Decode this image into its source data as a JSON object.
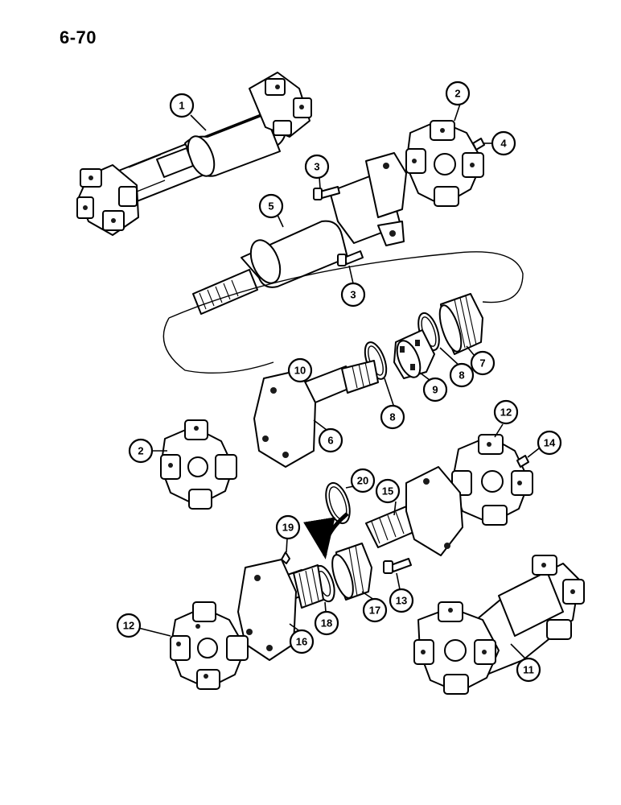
{
  "page_number": "6-70",
  "callouts": [
    {
      "id": "c1",
      "label": "1"
    },
    {
      "id": "c2a",
      "label": "2"
    },
    {
      "id": "c4",
      "label": "4"
    },
    {
      "id": "c3a",
      "label": "3"
    },
    {
      "id": "c5",
      "label": "5"
    },
    {
      "id": "c3b",
      "label": "3"
    },
    {
      "id": "c7",
      "label": "7"
    },
    {
      "id": "c10",
      "label": "10"
    },
    {
      "id": "c8a",
      "label": "8"
    },
    {
      "id": "c9",
      "label": "9"
    },
    {
      "id": "c8b",
      "label": "8"
    },
    {
      "id": "c6",
      "label": "6"
    },
    {
      "id": "c12a",
      "label": "12"
    },
    {
      "id": "c14",
      "label": "14"
    },
    {
      "id": "c2b",
      "label": "2"
    },
    {
      "id": "c20",
      "label": "20"
    },
    {
      "id": "c15",
      "label": "15"
    },
    {
      "id": "c19",
      "label": "19"
    },
    {
      "id": "c13",
      "label": "13"
    },
    {
      "id": "c17",
      "label": "17"
    },
    {
      "id": "c18",
      "label": "18"
    },
    {
      "id": "c16",
      "label": "16"
    },
    {
      "id": "c12b",
      "label": "12"
    },
    {
      "id": "c11",
      "label": "11"
    }
  ]
}
